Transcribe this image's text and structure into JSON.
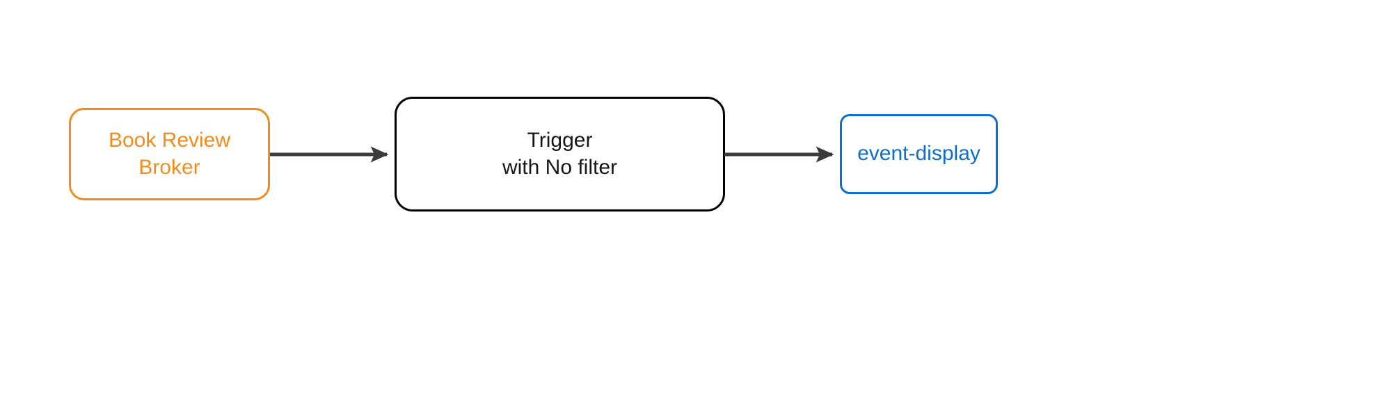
{
  "diagram": {
    "type": "flow",
    "orientation": "left-to-right",
    "background_color": "#ffffff",
    "nodes": [
      {
        "id": "broker",
        "kind": "source-broker",
        "label_lines": [
          "Book Review",
          "Broker"
        ],
        "text": "Book Review Broker",
        "border_color": "#f08c1f",
        "text_color": "#f08c1f",
        "fill_color": "#ffffff",
        "shape": "rounded-rectangle"
      },
      {
        "id": "trigger",
        "kind": "trigger",
        "label_lines": [
          "Trigger",
          "with No filter"
        ],
        "text": "Trigger with No filter",
        "border_color": "#000000",
        "text_color": "#14161a",
        "fill_color": "#ffffff",
        "shape": "rounded-rectangle"
      },
      {
        "id": "sink",
        "kind": "sink-service",
        "label_lines": [
          "event-display"
        ],
        "text": "event-display",
        "border_color": "#0d6ecd",
        "text_color": "#0d6ecd",
        "fill_color": "#ffffff",
        "shape": "rounded-rectangle"
      }
    ],
    "edges": [
      {
        "id": "broker-to-trigger",
        "from": "broker",
        "to": "trigger",
        "label": "",
        "color": "#3b3b3b",
        "arrowhead": "filled-triangle"
      },
      {
        "id": "trigger-to-sink",
        "from": "trigger",
        "to": "sink",
        "label": "",
        "color": "#3b3b3b",
        "arrowhead": "filled-triangle"
      }
    ]
  }
}
